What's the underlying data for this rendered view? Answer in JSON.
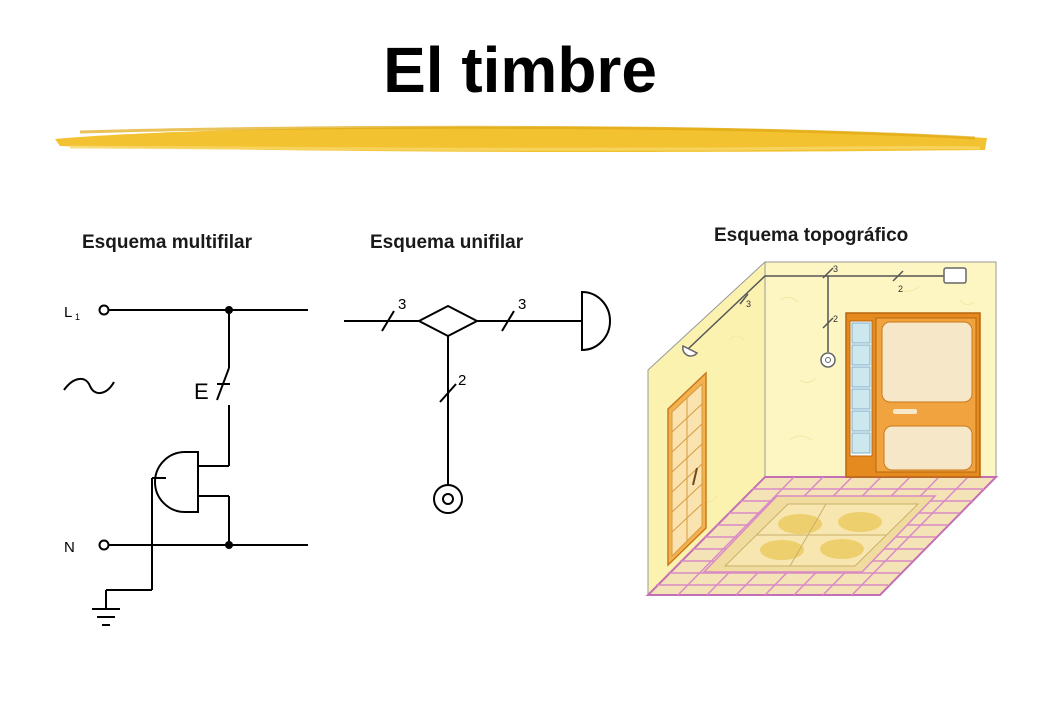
{
  "title": "El timbre",
  "colors": {
    "highlight": "#f2c230",
    "highlight_dark": "#e0a814",
    "wall": "#fdf6c3",
    "door": "#e58a1f",
    "floor_tile": "#f4e3b6",
    "floor_grout": "#d98ac6"
  },
  "multifilar": {
    "heading": "Esquema multifilar",
    "line_label": "L",
    "line_subscript": "1",
    "neutral_label": "N",
    "switch_label": "E",
    "symbols": [
      "ac-wave-icon",
      "push-switch-icon",
      "bell-icon",
      "ground-icon"
    ]
  },
  "unifilar": {
    "heading": "Esquema unifilar",
    "conductors_left": "3",
    "conductors_right": "3",
    "conductors_down": "2",
    "symbols": [
      "junction-box-icon",
      "bell-icon",
      "pushbutton-icon"
    ]
  },
  "topografico": {
    "heading": "Esquema topográfico",
    "wire_labels": [
      "3",
      "2",
      "3",
      "2"
    ]
  }
}
